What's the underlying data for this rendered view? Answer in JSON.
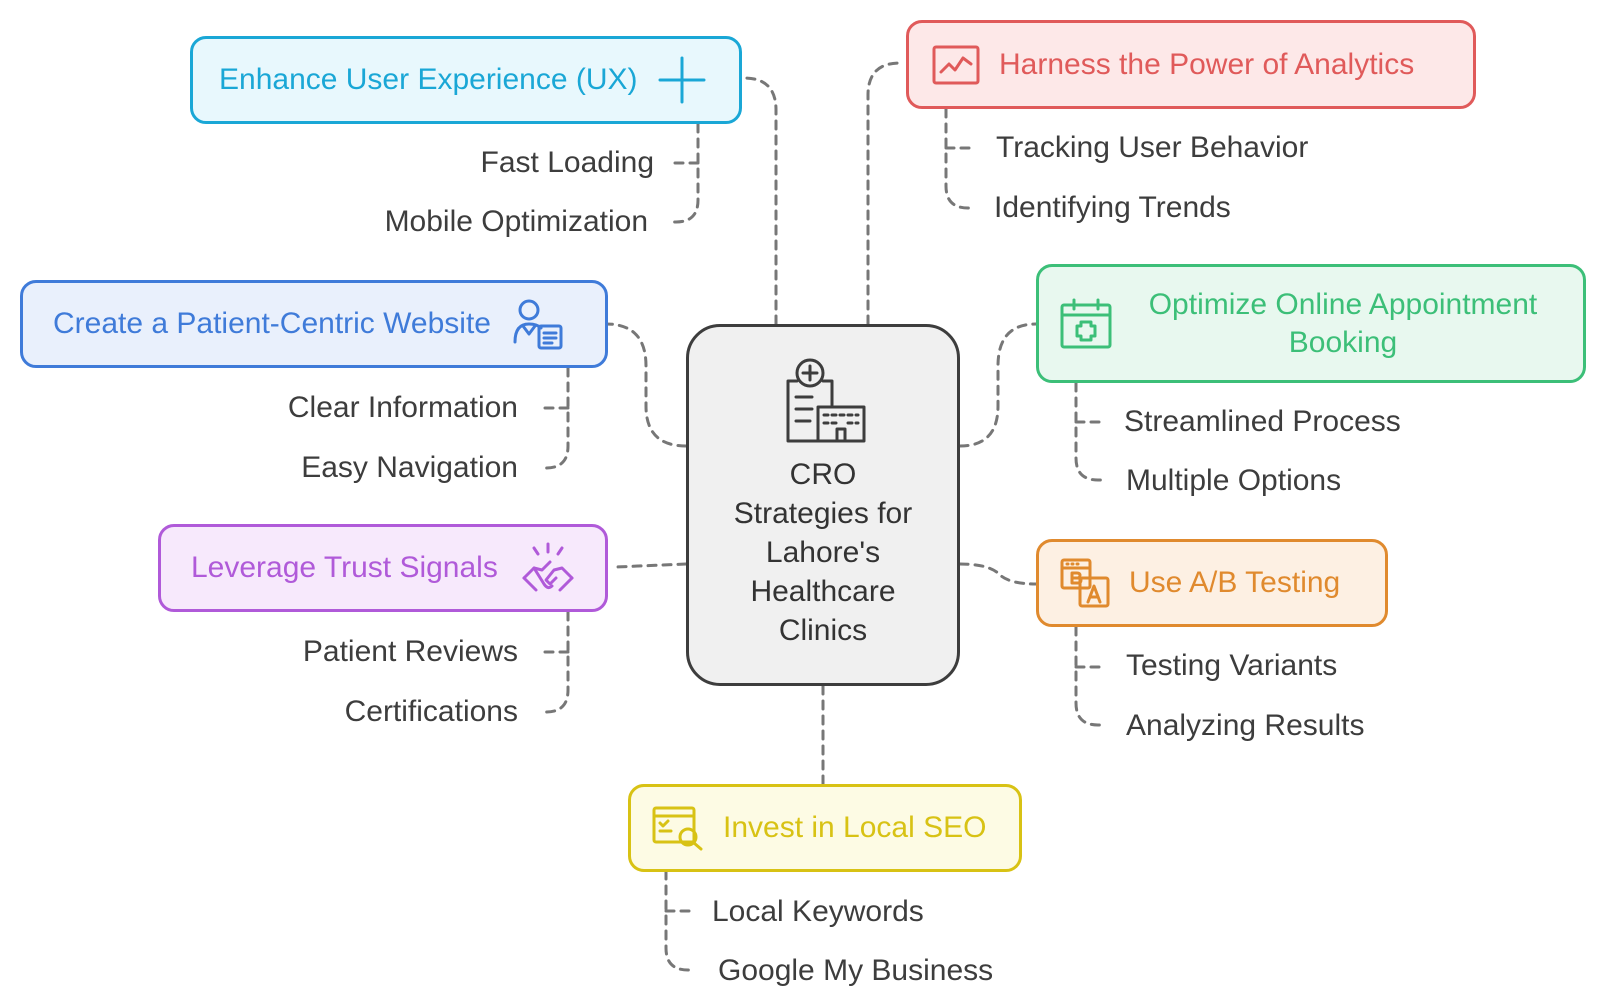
{
  "center": {
    "title": "CRO Strategies for Lahore's Healthcare Clinics",
    "icon": "clinic-building-icon"
  },
  "branches": [
    {
      "id": "ux",
      "title": "Enhance User Experience (UX)",
      "icon": "plus-icon",
      "color": "#1aa7d6",
      "fill": "#e8f8fd",
      "items": [
        "Fast Loading",
        "Mobile Optimization"
      ]
    },
    {
      "id": "patient",
      "title": "Create a Patient-Centric Website",
      "icon": "patient-document-icon",
      "color": "#3f7bd9",
      "fill": "#e9f0fc",
      "items": [
        "Clear Information",
        "Easy Navigation"
      ]
    },
    {
      "id": "trust",
      "title": "Leverage Trust Signals",
      "icon": "handshake-icon",
      "color": "#b05ad9",
      "fill": "#f7e9fc",
      "items": [
        "Patient Reviews",
        "Certifications"
      ]
    },
    {
      "id": "analytics",
      "title": "Harness the Power of Analytics",
      "icon": "line-chart-icon",
      "color": "#e05a5a",
      "fill": "#fde8e8",
      "items": [
        "Tracking User Behavior",
        "Identifying Trends"
      ]
    },
    {
      "id": "booking",
      "title": "Optimize Online Appointment Booking",
      "icon": "calendar-plus-icon",
      "color": "#3cbf78",
      "fill": "#e8f8ef",
      "items": [
        "Streamlined Process",
        "Multiple Options"
      ]
    },
    {
      "id": "abtest",
      "title": "Use A/B Testing",
      "icon": "ab-test-icon",
      "color": "#e08a2e",
      "fill": "#fdf0e3",
      "items": [
        "Testing Variants",
        "Analyzing Results"
      ]
    },
    {
      "id": "seo",
      "title": "Invest in Local SEO",
      "icon": "browser-search-icon",
      "color": "#d8c214",
      "fill": "#fdfbe4",
      "items": [
        "Local Keywords",
        "Google My Business"
      ]
    }
  ]
}
